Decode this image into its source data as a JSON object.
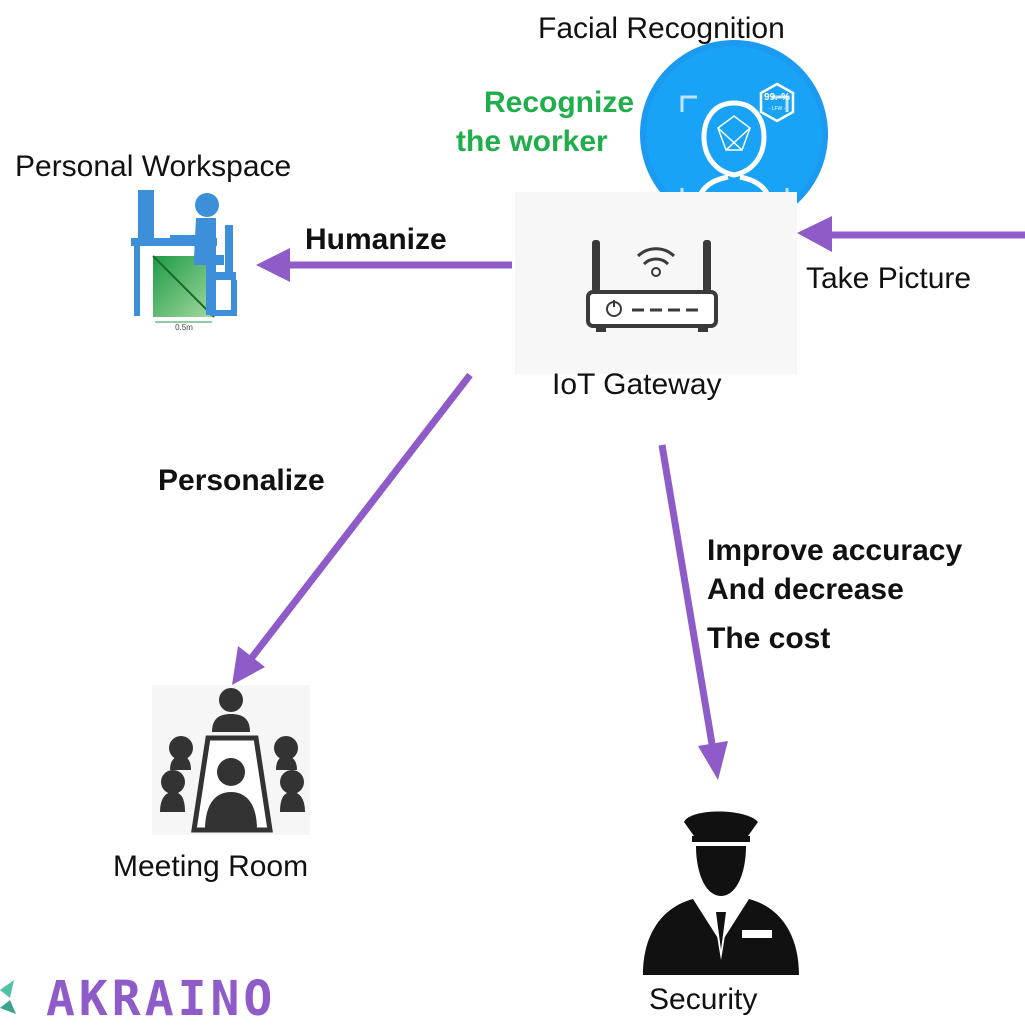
{
  "nodes": {
    "facial_recognition": {
      "label": "Facial Recognition",
      "badge_text": "99.-%",
      "badge_subtext": "- LFW -"
    },
    "personal_workspace": {
      "label": "Personal Workspace",
      "scale_text": "0.5m"
    },
    "iot_gateway": {
      "label": "IoT Gateway"
    },
    "meeting_room": {
      "label": "Meeting Room"
    },
    "security": {
      "label": "Security"
    }
  },
  "edges": {
    "recognize": {
      "line1": "Recognize",
      "line2": "the worker"
    },
    "humanize": {
      "label": "Humanize"
    },
    "take_picture": {
      "label": "Take Picture"
    },
    "personalize": {
      "label": "Personalize"
    },
    "security_edge": {
      "line1": "Improve accuracy",
      "line2": "And decrease",
      "line3": "The cost"
    }
  },
  "logo": {
    "text": "AKRAINO"
  },
  "colors": {
    "arrow": "#8e5bc9",
    "accent_green": "#1fae4b",
    "face_circle": "#1a9af0",
    "workspace_blue": "#3d8fd9",
    "logo": "#8e5bc9"
  }
}
